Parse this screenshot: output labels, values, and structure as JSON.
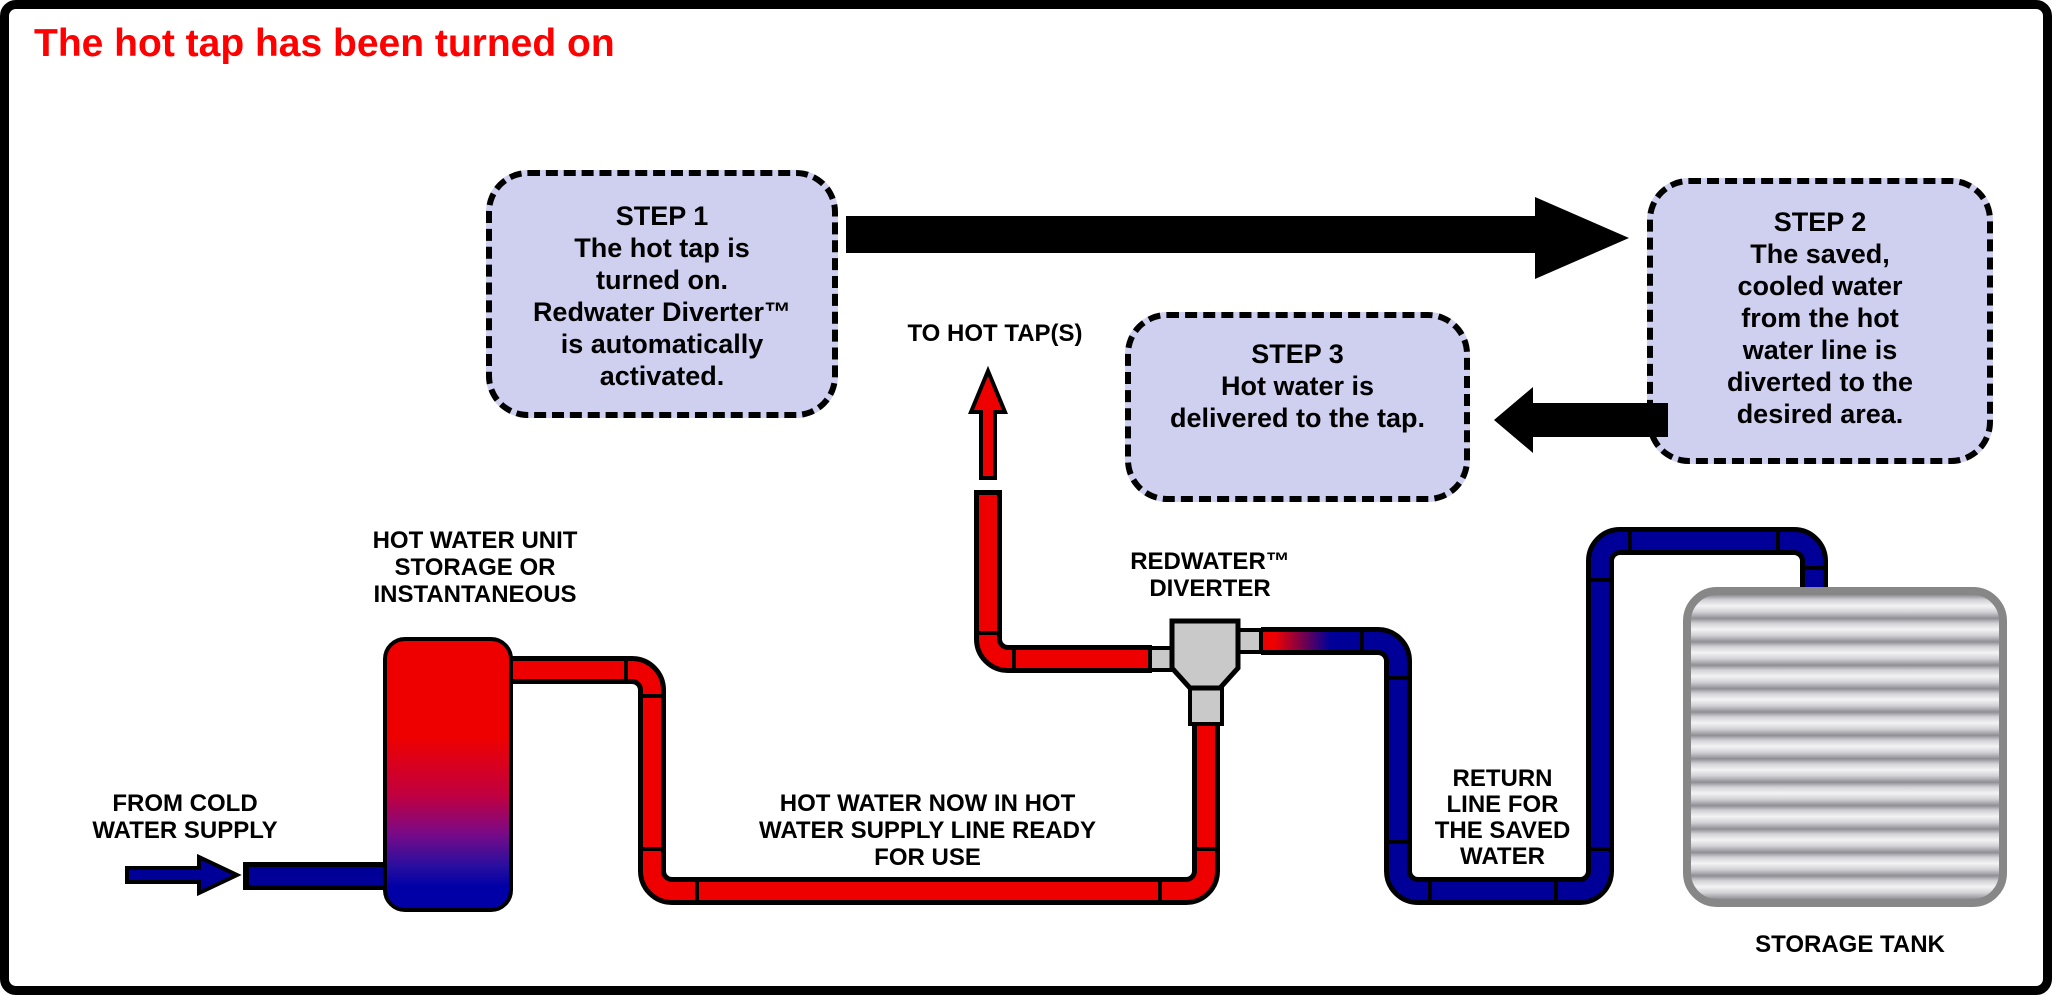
{
  "title": "The hot tap has been turned on",
  "colors": {
    "title-red": "#ff0000",
    "pipe-red": "#ee0000",
    "pipe-blue": "#000099",
    "box-fill": "#cfcfef",
    "metal-gray": "#c9c9c9"
  },
  "steps": {
    "step1": "STEP 1\nThe hot tap is\nturned on.\nRedwater Diverter™\nis automatically\nactivated.",
    "step2": "STEP 2\nThe saved,\ncooled water\nfrom the hot\nwater line is\ndiverted to the\ndesired area.",
    "step3": "STEP 3\nHot water is\ndelivered to the tap."
  },
  "labels": {
    "to_hot_tap": "TO HOT TAP(S)",
    "hot_water_unit": "HOT WATER UNIT\nSTORAGE OR INSTANTANEOUS",
    "redwater_diverter": "REDWATER™\nDIVERTER",
    "from_cold": "FROM COLD\nWATER SUPPLY",
    "hot_water_now": "HOT WATER NOW IN HOT\nWATER SUPPLY LINE READY\nFOR USE",
    "return_line": "RETURN\nLINE FOR\nTHE SAVED\nWATER",
    "storage_tank": "STORAGE TANK"
  }
}
